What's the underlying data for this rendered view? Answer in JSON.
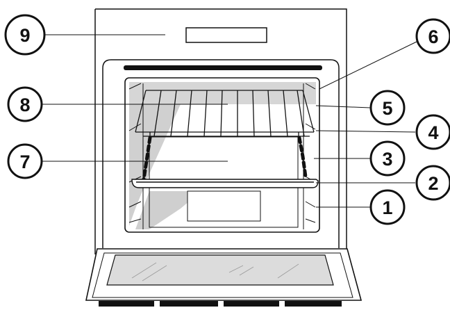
{
  "diagram": {
    "callouts": [
      {
        "id": "1",
        "label": "1"
      },
      {
        "id": "2",
        "label": "2"
      },
      {
        "id": "3",
        "label": "3"
      },
      {
        "id": "4",
        "label": "4"
      },
      {
        "id": "5",
        "label": "5"
      },
      {
        "id": "6",
        "label": "6"
      },
      {
        "id": "7",
        "label": "7"
      },
      {
        "id": "8",
        "label": "8"
      },
      {
        "id": "9",
        "label": "9"
      }
    ]
  },
  "colors": {
    "line": "#111111",
    "shade": "#d0d0d0",
    "glass": "#dcdcdc",
    "background": "#ffffff"
  }
}
